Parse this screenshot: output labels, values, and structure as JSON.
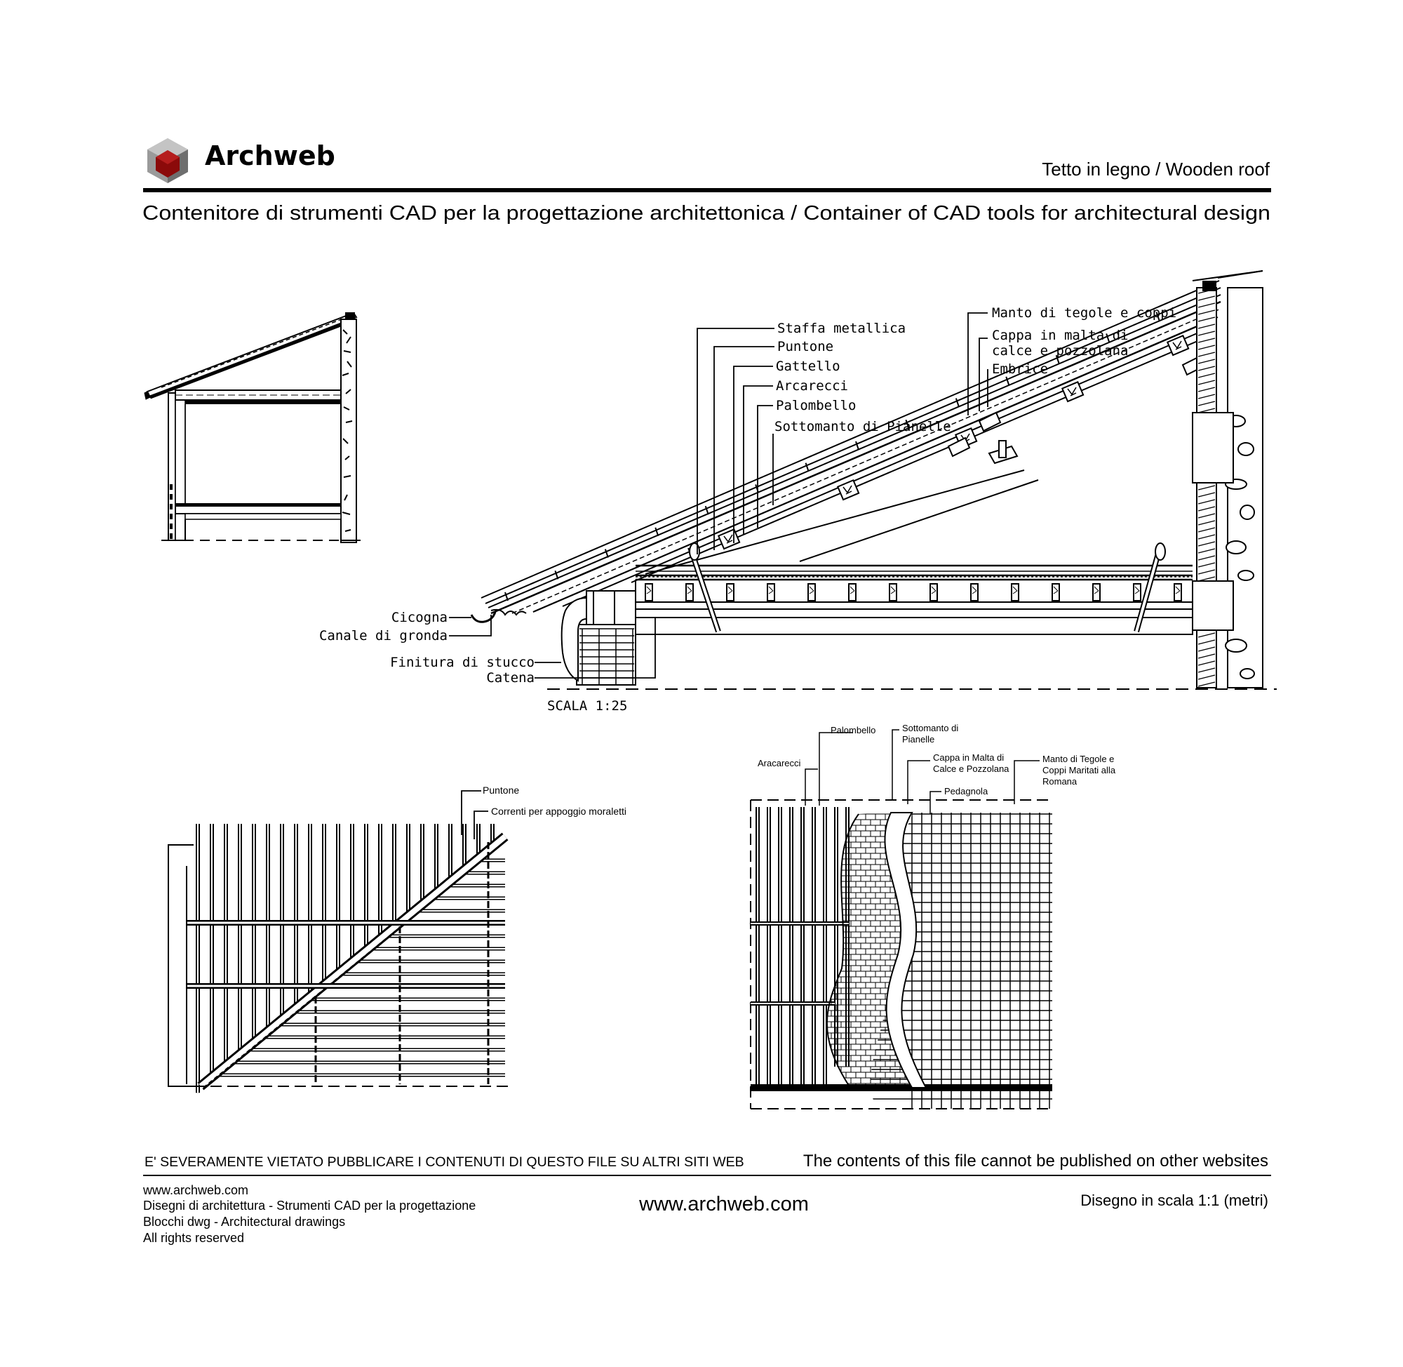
{
  "header": {
    "brand": "Archweb",
    "title": "Tetto in legno  /  Wooden roof",
    "subtitle": "Contenitore di strumenti CAD per la progettazione architettonica  /  Container of CAD tools for architectural design"
  },
  "section": {
    "labels_top": [
      "Staffa metallica",
      "Puntone",
      "Gattello",
      "Arcarecci",
      "Palombello",
      "Sottomanto di Pianelle"
    ],
    "labels_roof": [
      "Manto di tegole e coppi",
      "Cappa in malta di",
      "calce e pozzolana",
      "Embrice"
    ],
    "labels_eave": [
      "Cicogna",
      "Canale di gronda",
      "Finitura di stucco",
      "Catena"
    ],
    "scale": "SCALA 1:25"
  },
  "plan_left": {
    "labels": [
      "Puntone",
      "Correnti per appoggio moraletti"
    ]
  },
  "plan_right": {
    "labels": [
      "Aracarecci",
      "Palombello",
      "Sottomanto di",
      "Pianelle",
      "Cappa in Malta di",
      "Calce e Pozzolana",
      "Manto di Tegole e",
      "Coppi Maritati alla",
      "Romana",
      "Pedagnola"
    ]
  },
  "footer": {
    "warning_it": "E' SEVERAMENTE VIETATO PUBBLICARE I CONTENUTI DI QUESTO FILE SU ALTRI SITI WEB",
    "warning_en": "The contents of this file cannot be published on other websites",
    "lines": [
      "www.archweb.com",
      "Disegni di architettura - Strumenti CAD  per la progettazione",
      "Blocchi dwg - Architectural drawings",
      "All rights reserved"
    ],
    "url": "www.archweb.com",
    "scale_note": "Disegno in scala 1:1 (metri)"
  },
  "colors": {
    "logo_red": "#8b0a0a",
    "logo_grey": "#9a9a9a",
    "ink": "#000000"
  }
}
